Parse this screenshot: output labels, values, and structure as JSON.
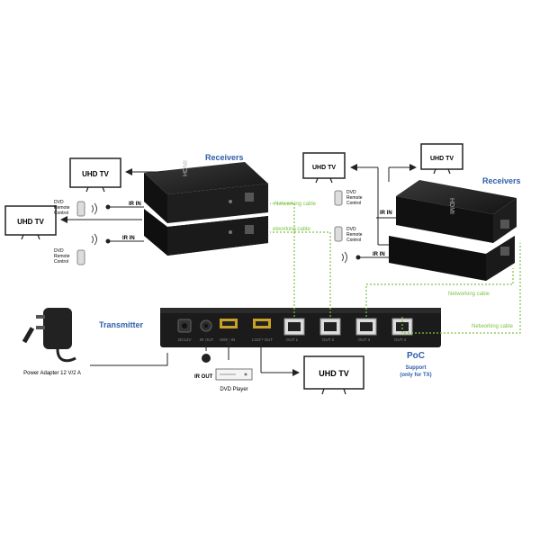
{
  "labels": {
    "receivers_left": "Receivers",
    "receivers_right": "Receivers",
    "transmitter": "Transmitter",
    "tv_top_left": "UHD TV",
    "tv_mid_left": "UHD TV",
    "tv_right_a": "UHD TV",
    "tv_right_b": "UHD TV",
    "tv_bottom": "UHD TV",
    "ir_in_1": "IR IN",
    "ir_in_2": "IR IN",
    "ir_in_3": "IR IN",
    "ir_in_4": "IR IN",
    "ir_out": "IR OUT",
    "dvd_player": "DVD Player",
    "power_adapter": "Power Adapter 12 V/2 A",
    "networking_cable_1": "Networking cable",
    "networking_cable_2": "etworking cable",
    "networking_cable_3": "Networking cable",
    "networking_cable_4": "Networking cable",
    "poc_title": "PoC",
    "poc_line1": "Support",
    "poc_line2": "(only for TX)",
    "dvd_remote_lines": [
      "DVD",
      "Remote",
      "Control"
    ],
    "device_brand": "HDMI",
    "port_labels": [
      "DC12V",
      "IR OUT",
      "HDMI IN",
      "LOOP OUT",
      "OUT 1",
      "OUT 2",
      "OUT 3",
      "OUT 4"
    ]
  },
  "colors": {
    "title_blue": "#2e5ea8",
    "cable_green": "#7dc242",
    "device_black": "#1b1b1b",
    "port_gold": "#c9a227"
  }
}
